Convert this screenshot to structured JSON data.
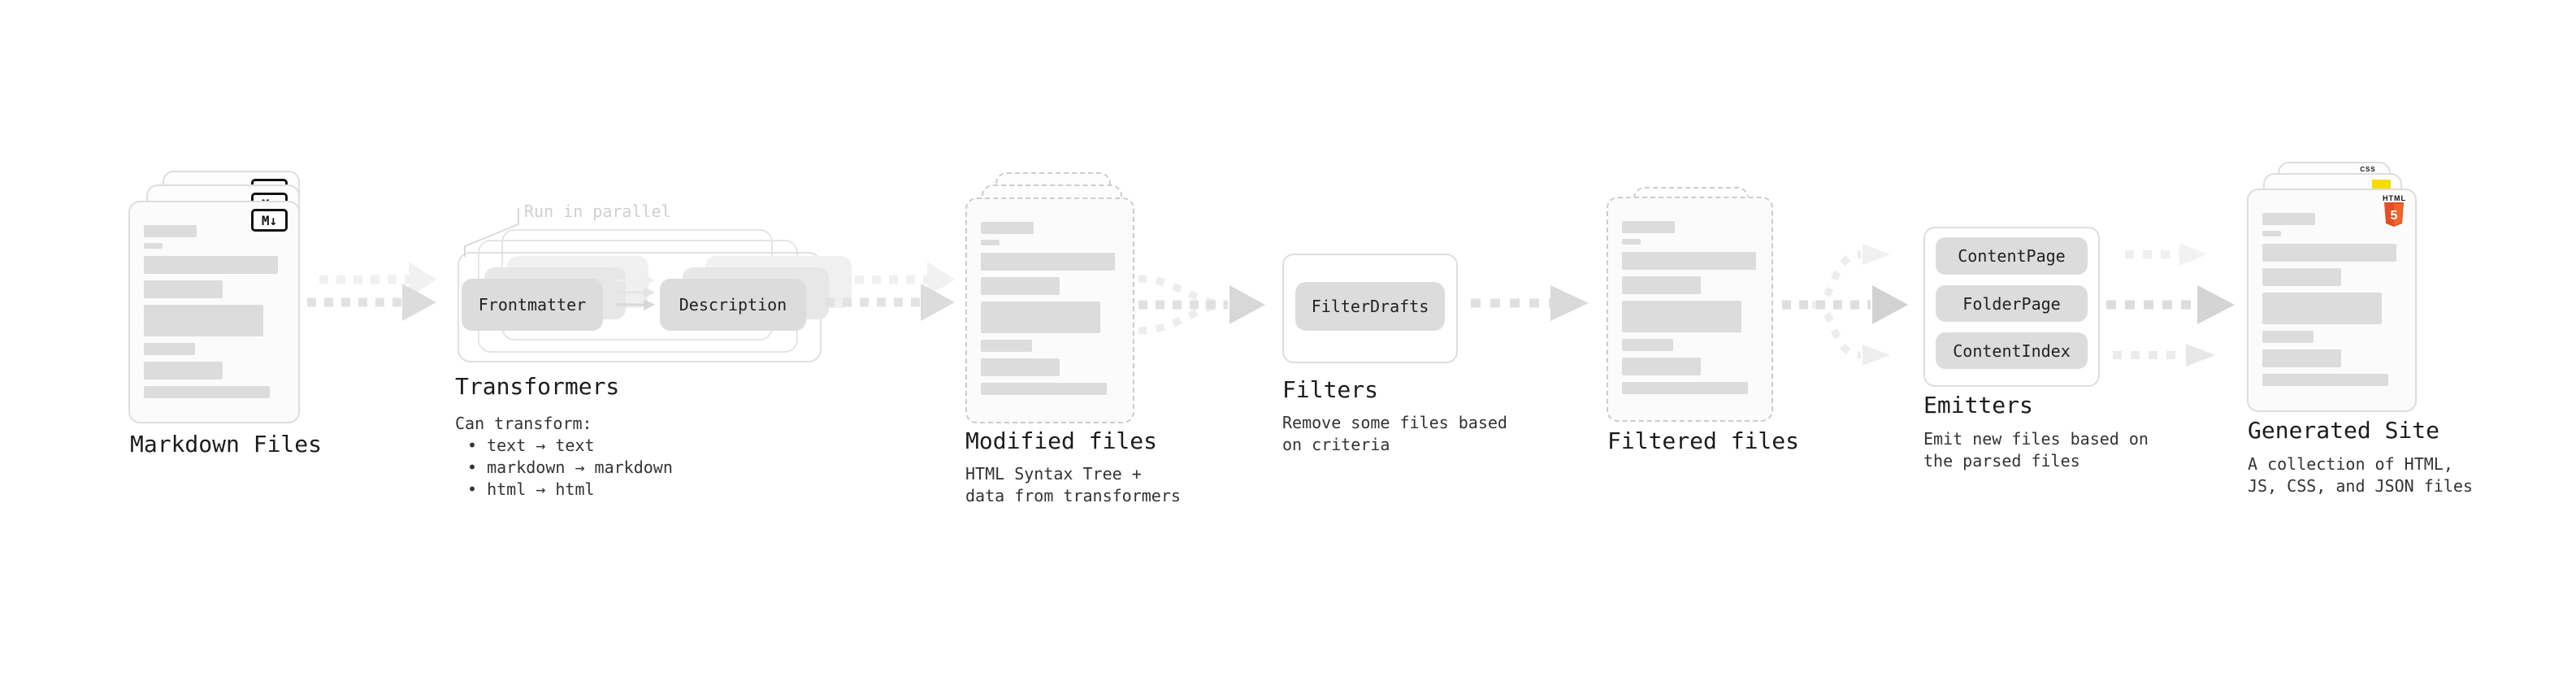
{
  "colors": {
    "html5_orange": "#e44d26",
    "html5_orange_light": "#f16529",
    "js_yellow": "#f7dc00",
    "css_blue": "#2c65f1",
    "placeholder_gray": "#dcdcdc",
    "arrow_gray": "#d8d8d8"
  },
  "badges": {
    "markdown": "M↓",
    "html_label": "HTML",
    "html_number": "5",
    "css_label": "CSS"
  },
  "stages": {
    "markdown": {
      "label": "Markdown Files"
    },
    "transformers": {
      "label": "Transformers",
      "annotation": "Run in parallel",
      "node1": "Frontmatter",
      "node2": "Description",
      "desc": "Can transform:",
      "bullet1": "• text → text",
      "bullet2": "• markdown → markdown",
      "bullet3": "• html → html"
    },
    "modified": {
      "label": "Modified files",
      "desc1": "HTML Syntax Tree +",
      "desc2": "data from transformers"
    },
    "filters": {
      "label": "Filters",
      "node1": "FilterDrafts",
      "desc1": "Remove some files based",
      "desc2": "on criteria"
    },
    "filtered": {
      "label": "Filtered files"
    },
    "emitters": {
      "label": "Emitters",
      "node1": "ContentPage",
      "node2": "FolderPage",
      "node3": "ContentIndex",
      "desc1": "Emit new files based on",
      "desc2": "the parsed files"
    },
    "generated": {
      "label": "Generated Site",
      "desc1": "A collection of HTML,",
      "desc2": "JS, CSS, and JSON files"
    }
  }
}
